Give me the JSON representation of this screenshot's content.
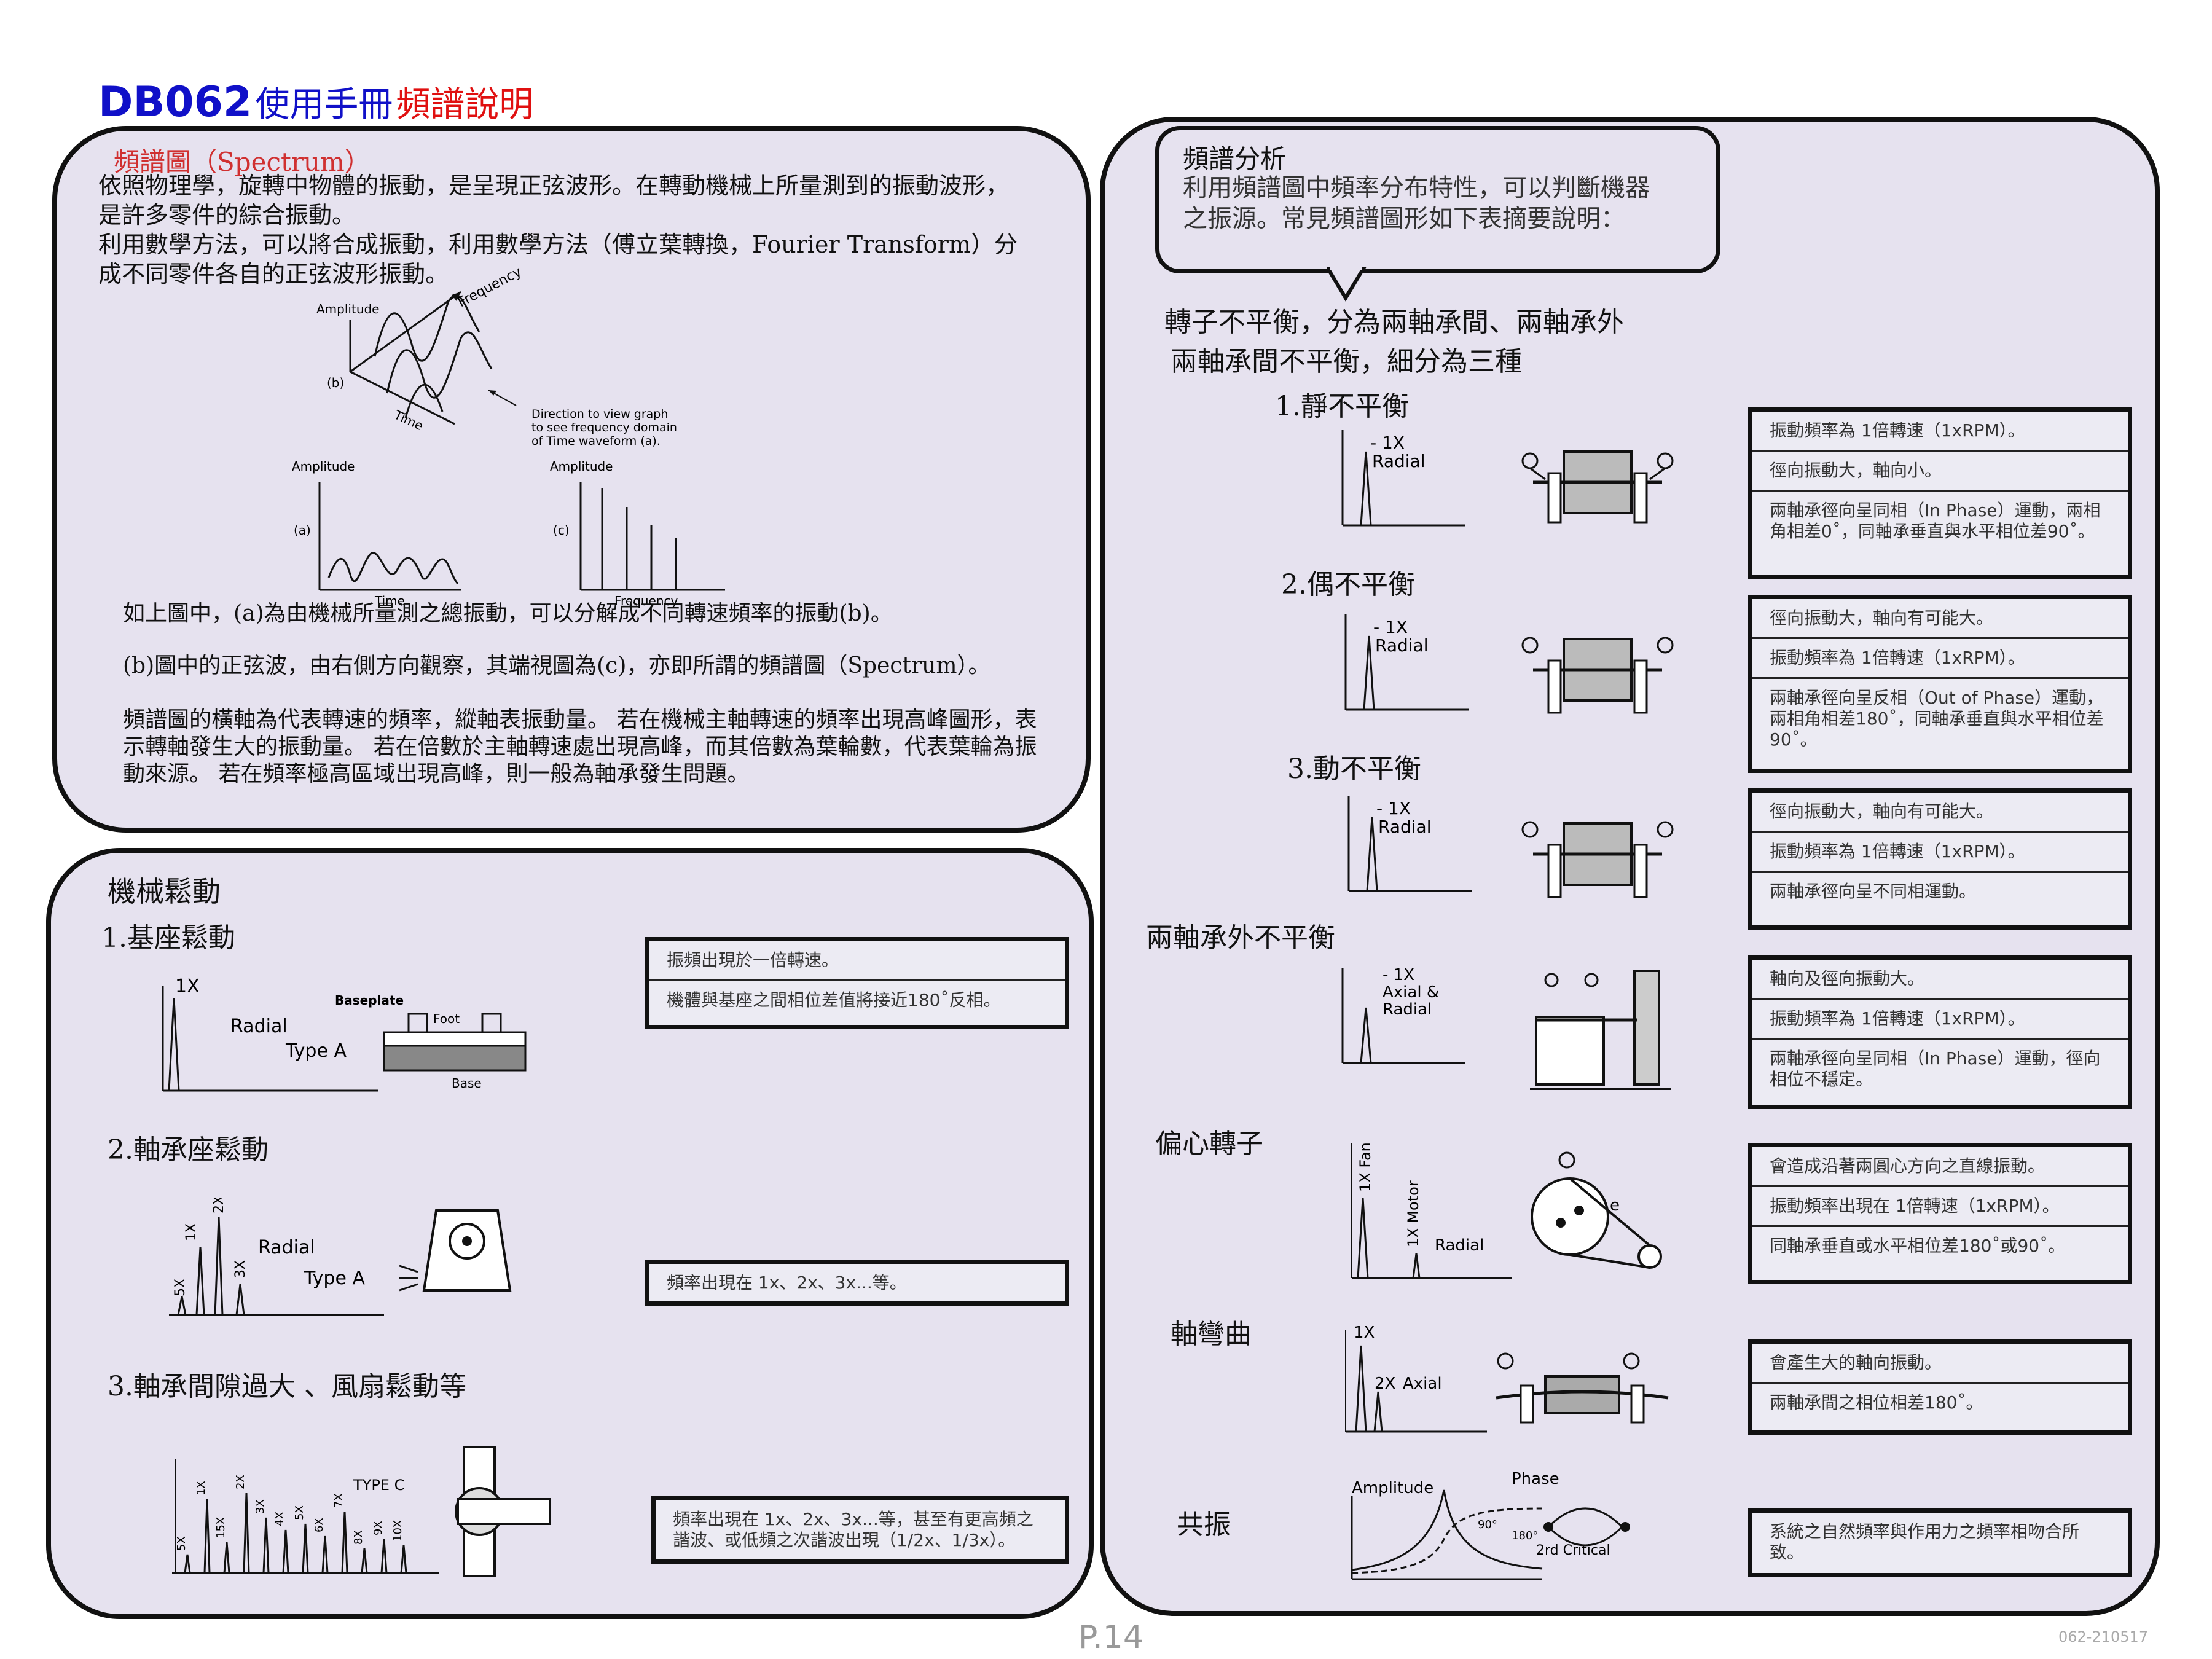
{
  "header": {
    "model": "DB062",
    "manual": "使用手冊",
    "topic": "頻譜說明"
  },
  "spectrum_panel": {
    "heading": "頻譜圖（Spectrum）",
    "paragraph1": "依照物理學，旋轉中物體的振動，是呈現正弦波形。在轉動機械上所量測到的振動波形，是許多零件的綜合振動。",
    "paragraph2": "利用數學方法，可以將合成振動，利用數學方法（傅立葉轉換，Fourier Transform）分成不同零件各自的正弦波形振動。",
    "fig_labels": {
      "amplitude": "Amplitude",
      "frequency": "Frequency",
      "time": "Time",
      "b": "(b)",
      "a": "(a)",
      "c": "(c)",
      "direction_line1": "Direction to view graph",
      "direction_line2": "to see frequency domain",
      "direction_line3": "of Time waveform (a)."
    },
    "note1": "如上圖中，(a)為由機械所量測之總振動，可以分解成不同轉速頻率的振動(b)。",
    "note2": "(b)圖中的正弦波，由右側方向觀察，其端視圖為(c)，亦即所謂的頻譜圖（Spectrum）。",
    "note3_line1": "頻譜圖的橫軸為代表轉速的頻率，縱軸表振動量。 若在機械主軸轉速的頻率出現高峰圖形，表",
    "note3_line2": "示轉軸發生大的振動量。 若在倍數於主軸轉速處出現高峰，而其倍數為葉輪數，代表葉輪為振",
    "note3_line3": "動來源。 若在頻率極高區域出現高峰，則一般為軸承發生問題。"
  },
  "looseness_panel": {
    "heading": "機械鬆動",
    "item1": {
      "title": "1.基座鬆動",
      "fig": {
        "peak": "1X",
        "radial": "Radial",
        "type": "Type A",
        "baseplate": "Baseplate",
        "foot": "Foot",
        "base": "Base"
      },
      "notes": [
        "振頻出現於一倍轉速。",
        "機體與基座之間相位差值將接近180˚反相。"
      ]
    },
    "item2": {
      "title": "2.軸承座鬆動",
      "fig": {
        "peaks": [
          "5X",
          "1X",
          "2X",
          "3X"
        ],
        "radial": "Radial",
        "type": "Type A"
      },
      "notes": [
        "頻率出現在 1x、2x、3x...等。"
      ]
    },
    "item3": {
      "title": "3.軸承間隙過大 、風扇鬆動等",
      "fig": {
        "type": "TYPE C",
        "peaks": [
          "5X",
          "1X",
          "15X",
          "2X",
          "3X",
          "4X",
          "5X",
          "6X",
          "7X",
          "8X",
          "9X",
          "10X"
        ]
      },
      "notes": [
        "頻率出現在 1x、2x、3x...等，甚至有更高頻之諧波、或低頻之次諧波出現（1/2x、1/3x）。"
      ]
    }
  },
  "analysis_panel": {
    "bubble_title": "頻譜分析",
    "bubble_text1": "利用頻譜圖中頻率分布特性，可以判斷機器",
    "bubble_text2": "之振源。常見頻譜圖形如下表摘要說明：",
    "unbalance_title": "轉子不平衡，分為兩軸承間、兩軸承外",
    "unbalance_sub": "兩軸承間不平衡，細分為三種",
    "static": {
      "title": "1.靜不平衡",
      "fig_label": "- 1X\nRadial",
      "notes": [
        "振動頻率為 1倍轉速（1xRPM）。",
        "徑向振動大，軸向小。",
        "兩軸承徑向呈同相（In Phase）運動，兩相角相差0˚，同軸承垂直與水平相位差90˚。"
      ]
    },
    "couple": {
      "title": "2.偶不平衡",
      "fig_label": "- 1X\nRadial",
      "notes": [
        "徑向振動大，軸向有可能大。",
        "振動頻率為 1倍轉速（1xRPM）。",
        "兩軸承徑向呈反相（Out of Phase）運動，兩相角相差180˚，同軸承垂直與水平相位差90˚。"
      ]
    },
    "dynamic": {
      "title": "3.動不平衡",
      "fig_label": "- 1X\nRadial",
      "notes": [
        "徑向振動大，軸向有可能大。",
        "振動頻率為 1倍轉速（1xRPM）。",
        "兩軸承徑向呈不同相運動。"
      ]
    },
    "overhung": {
      "title": "兩軸承外不平衡",
      "fig_label": "- 1X\nAxial &\nRadial",
      "notes": [
        "軸向及徑向振動大。",
        "振動頻率為 1倍轉速（1xRPM）。",
        "兩軸承徑向呈同相（In Phase）運動，徑向相位不穩定。"
      ]
    },
    "eccentric": {
      "title": "偏心轉子",
      "fig": {
        "fan": "1X Fan",
        "motor": "1X Motor",
        "radial": "Radial",
        "e": "e"
      },
      "notes": [
        "會造成沿著兩圓心方向之直線振動。",
        "振動頻率出現在 1倍轉速（1xRPM）。",
        "同軸承垂直或水平相位差180˚或90˚。"
      ]
    },
    "bent": {
      "title": "軸彎曲",
      "fig": {
        "peak1": "1X",
        "peak2": "2X",
        "axial": "Axial"
      },
      "notes": [
        "會產生大的軸向振動。",
        "兩軸承間之相位相差180˚。"
      ]
    },
    "resonance": {
      "title": "共振",
      "fig": {
        "amplitude": "Amplitude",
        "phase": "Phase",
        "deg90": "90°",
        "deg180": "180°",
        "critical": "2rd Critical"
      },
      "notes": [
        "系統之自然頻率與作用力之頻率相吻合所致。"
      ]
    }
  },
  "footer": {
    "page": "P.14",
    "code": "062-210517"
  }
}
